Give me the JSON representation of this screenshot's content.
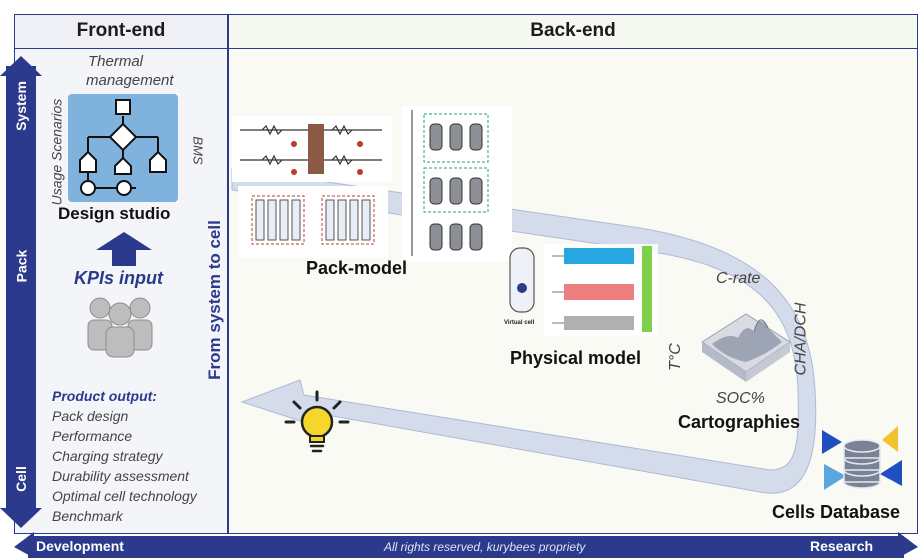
{
  "headers": {
    "front_end": "Front-end",
    "back_end": "Back-end"
  },
  "axes": {
    "vertical": {
      "system": "System",
      "pack": "Pack",
      "cell": "Cell"
    },
    "horizontal": {
      "development": "Development",
      "research": "Research"
    }
  },
  "front_end": {
    "thermal_management": [
      "Thermal",
      "management"
    ],
    "usage_scenarios": "Usage Scenarios",
    "bms": "BMS",
    "design_studio": "Design studio",
    "kpis_input": "KPIs input",
    "from_system_to_cell": "From system to cell",
    "product_output_title": "Product output:",
    "product_output_items": [
      "Pack design",
      "Performance",
      "Charging strategy",
      "Durability assessment",
      "Optimal cell technology",
      "Benchmark"
    ]
  },
  "back_end": {
    "pack_model": "Pack-model",
    "physical_model": "Physical model",
    "temperature": "T°C",
    "c_rate": "C-rate",
    "cha_dch": "CHA/DCH",
    "soc": "SOC%",
    "cartographies": "Cartographies",
    "cells_database": "Cells Database",
    "virtual_cell": "Virtual cell"
  },
  "footer": "All rights reserved, kurybees propriety",
  "colors": {
    "navy": "#2b3a8c",
    "arrow_fill": "#c8d2e8",
    "icon_blue": "#7fb3dd",
    "bulb": "#f5d62a",
    "db_yellow": "#f2c12e",
    "db_blue": "#1f4fc1"
  }
}
